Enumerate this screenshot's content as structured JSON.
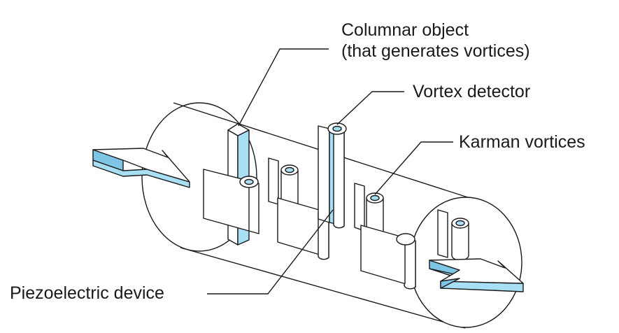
{
  "labels": {
    "columnar_line1": "Columnar object",
    "columnar_line2": "(that generates vortices)",
    "vortex_detector": "Vortex detector",
    "karman_vortices": "Karman vortices",
    "piezoelectric_device": "Piezoelectric device"
  },
  "colors": {
    "fill_light_blue": "#a9dff4",
    "stroke": "#1a1a1a"
  }
}
